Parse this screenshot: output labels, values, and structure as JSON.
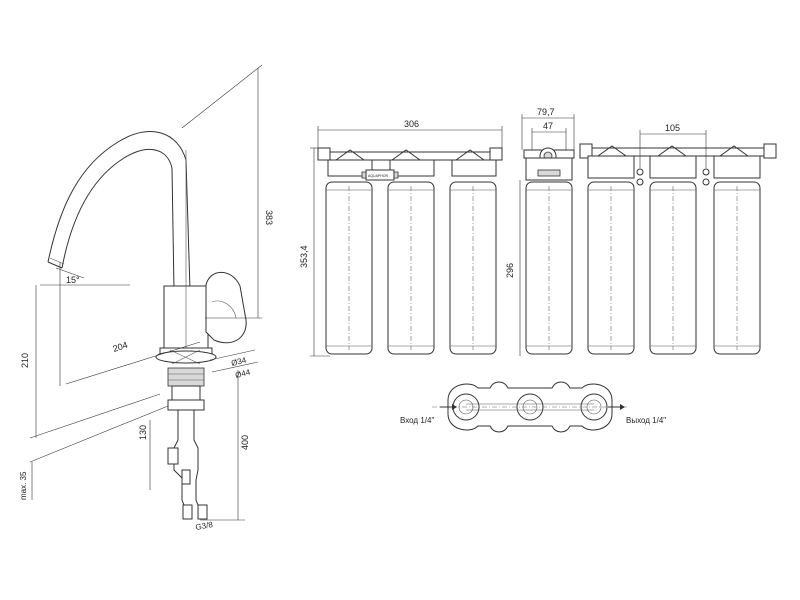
{
  "faucet": {
    "dims": {
      "h_total": "383",
      "spout_angle": "15°",
      "reach": "204",
      "d_base": "Ø34",
      "d_flange": "Ø44",
      "h_spout": "210",
      "h_shank": "130",
      "h_hose": "400",
      "max_thickness": "max. 35",
      "thread": "G3/8"
    }
  },
  "filter": {
    "dims": {
      "width": "306",
      "height": "353,4",
      "depth": "79,7",
      "depth_inner": "47",
      "cartridge_h": "296",
      "spacing": "105"
    },
    "labels": {
      "inlet": "Вход 1/4\"",
      "outlet": "Выход 1/4\""
    },
    "brand_label": "AQUAPHOR"
  }
}
